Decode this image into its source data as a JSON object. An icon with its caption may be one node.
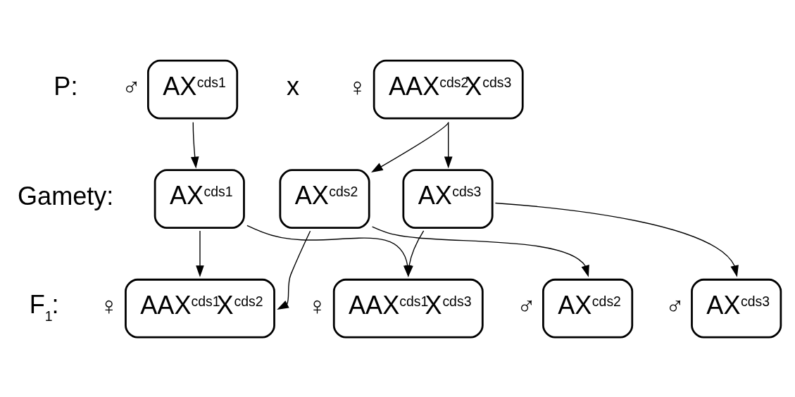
{
  "diagram": {
    "nodes": [
      {
        "text": [
          "AX$^{cds1}$"
        ],
        "beside": [
          "♂"
        ]
      },
      {
        "text": [
          "AAX$^{cds2}$X$^{cds3}$"
        ],
        "beside": [
          "♀"
        ]
      },
      {
        "text": [
          "AX$^{cds1}$"
        ]
      },
      {
        "text": [
          "AX$^{cds2}$"
        ]
      },
      {
        "text": [
          "AX$^{cds3}$"
        ]
      },
      {
        "text": [
          "AAX$^{cds1}$X$^{cds2}$"
        ],
        "beside": [
          "♀"
        ]
      },
      {
        "text": [
          "AAX$^{cds1}$X$^{cds3}$"
        ],
        "beside": [
          "♀"
        ]
      },
      {
        "text": [
          "AX$^{cds2}$"
        ],
        "beside": [
          "♂"
        ]
      },
      {
        "text": [
          "AX$^{cds3}$"
        ],
        "beside": [
          "♂"
        ]
      }
    ],
    "edges": [
      {
        "from": 0,
        "to": 2,
        "arrow": "to"
      },
      {
        "from": 1,
        "to": 3,
        "arrow": "to"
      },
      {
        "from": 1,
        "to": 4,
        "arrow": "to"
      },
      {
        "from": 2,
        "to": 5,
        "arrow": "to"
      },
      {
        "from": 2,
        "to": 6,
        "arrow": "to"
      },
      {
        "from": 3,
        "to": 5,
        "arrow": "to"
      },
      {
        "from": 3,
        "to": 7,
        "arrow": "to"
      },
      {
        "from": 4,
        "to": 6,
        "arrow": "to"
      },
      {
        "from": 4,
        "to": 8,
        "arrow": "to"
      }
    ],
    "labels": [
      "P:",
      "x",
      "Gamety:",
      "F$_{1}$:"
    ]
  }
}
